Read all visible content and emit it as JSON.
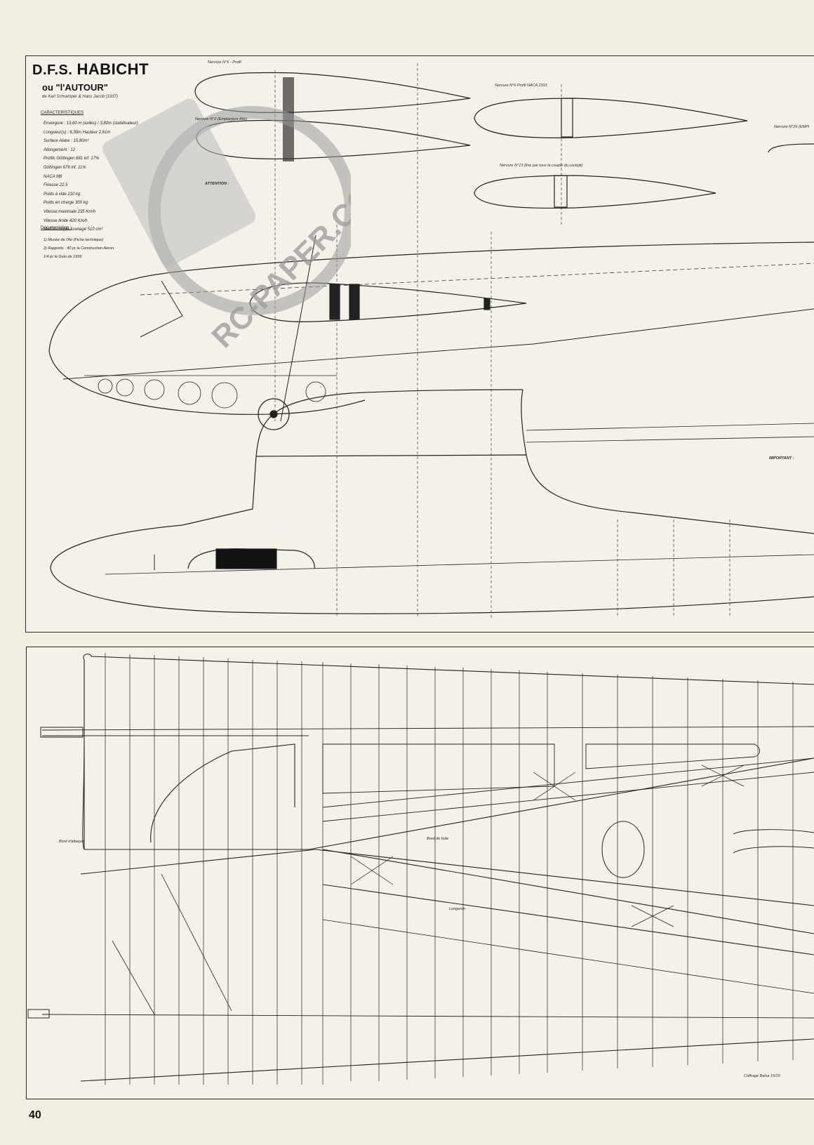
{
  "header": {
    "title_prefix": "D.F.S.",
    "title_main": "HABICHT",
    "subtitle": "ou \"l'AUTOUR\"",
    "authors": "de Karl Schramper & Hans Jacob (1937)"
  },
  "specs_heading": "CARACTERISTIQUES",
  "specs": [
    "Envergure : 13,60 m (aviles) / 3,80m (stabilisateur)",
    "Longueur(s) : 6,30m  Hauteur 2,61m",
    "Surface Alaire : 15,80m²",
    "Allongement : 12",
    "Profils  Göttingen 681 inf. 17%",
    "Göttingen 676 inf. 11%",
    "NACA M6",
    "Finesse  22,5",
    "Poids à vide  210 kg",
    "Poids en charge 300 kg",
    "Vitesse maximale 235 Km/h",
    "Vitesse limite 420 Km/h",
    "Maître-couple fuselage 510 cm²"
  ],
  "docs_heading": "Documentation :",
  "docs": [
    "1) Musée de l'Air (Fiche technique)",
    "2) Rapports : 40 pr la Construction Aéron.",
    "   1/4 pr le Guin de 1939"
  ],
  "annotations": {
    "rib_top": "Nervure N°6 - Profil",
    "rib_top2": "Nervure N°2 (Emplanture Aile)",
    "rib_right": "Nervure N°6  Profil NACA 2315",
    "rib_right2": "Nervure N°13 (fixe par tous la couple du cockpit)",
    "rib_far": "Nervure N°26 (EMPI",
    "attention": "ATTENTION :",
    "important": "IMPORTANT :",
    "bord_attaque": "Bord d'attaque",
    "bord_fuite": "Bord de fuite",
    "longeron": "Longeron",
    "coffrage": "Coffrage Balsa 15/10"
  },
  "watermark": "RC-PAPER.COM",
  "page_number": "40",
  "colors": {
    "paper": "#f1ede3",
    "ink": "#1c1c1c",
    "watermark": "#9a9a9a"
  }
}
